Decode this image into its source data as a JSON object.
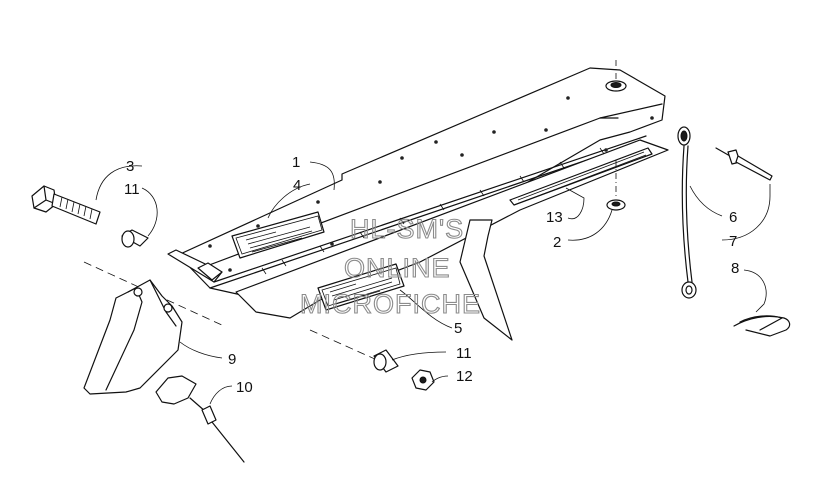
{
  "parts_diagram": {
    "callouts": [
      {
        "id": "c1",
        "label": "1"
      },
      {
        "id": "c2",
        "label": "2"
      },
      {
        "id": "c3",
        "label": "3"
      },
      {
        "id": "c4",
        "label": "4"
      },
      {
        "id": "c5",
        "label": "5"
      },
      {
        "id": "c6",
        "label": "6"
      },
      {
        "id": "c7",
        "label": "7"
      },
      {
        "id": "c8",
        "label": "8"
      },
      {
        "id": "c9",
        "label": "9"
      },
      {
        "id": "c10",
        "label": "10"
      },
      {
        "id": "c11a",
        "label": "11"
      },
      {
        "id": "c11b",
        "label": "11"
      },
      {
        "id": "c12",
        "label": "12"
      },
      {
        "id": "c13",
        "label": "13"
      }
    ]
  },
  "watermark": {
    "line1": "HL-SM'S",
    "line2": "ONLINE",
    "line3": "MICROFICHE"
  }
}
